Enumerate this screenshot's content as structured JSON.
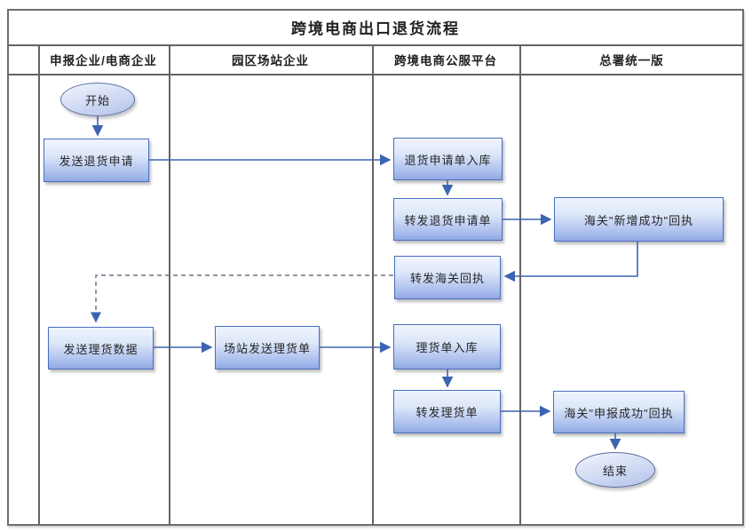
{
  "title": "跨境电商出口退货流程",
  "lanes": [
    "申报企业/电商企业",
    "园区场站企业",
    "跨境电商公服平台",
    "总署统一版"
  ],
  "nodes": {
    "start": "开始",
    "send_return_request": "发送退货申请",
    "return_request_inbound": "退货申请单入库",
    "forward_return_request": "转发退货申请单",
    "customs_add_success_receipt": "海关\"新增成功\"回执",
    "forward_customs_receipt": "转发海关回执",
    "send_tally_data": "发送理货数据",
    "station_send_tally": "场站发送理货单",
    "tally_inbound": "理货单入库",
    "forward_tally": "转发理货单",
    "customs_declare_success_receipt": "海关\"申报成功\"回执",
    "end": "结束"
  },
  "colors": {
    "node_border": "#4a6fc0",
    "node_fill_top": "#f0f4fd",
    "node_fill_bottom": "#90a9e3",
    "oval_border": "#5c6f9f",
    "connector": "#3c64b0",
    "dashed_connector": "#70768a",
    "grid_line": "#636363",
    "text": "#1f1f1f"
  }
}
